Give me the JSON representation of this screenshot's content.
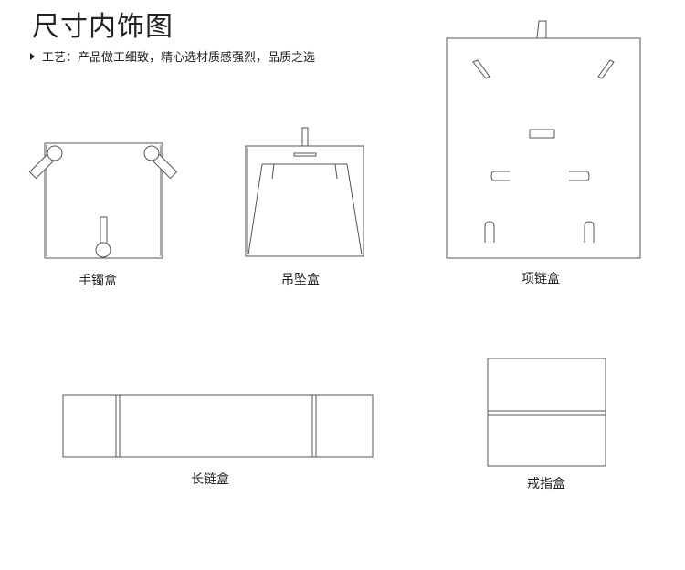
{
  "heading": "尺寸内饰图",
  "process_note": "工艺：产品做工细致，精心选材质感强烈，品质之选",
  "items": [
    {
      "label": "手镯盒"
    },
    {
      "label": "吊坠盒"
    },
    {
      "label": "项链盒"
    },
    {
      "label": "长链盒"
    },
    {
      "label": "戒指盒"
    }
  ],
  "colors": {
    "line": "#555555",
    "text": "#222222",
    "background": "#ffffff"
  }
}
